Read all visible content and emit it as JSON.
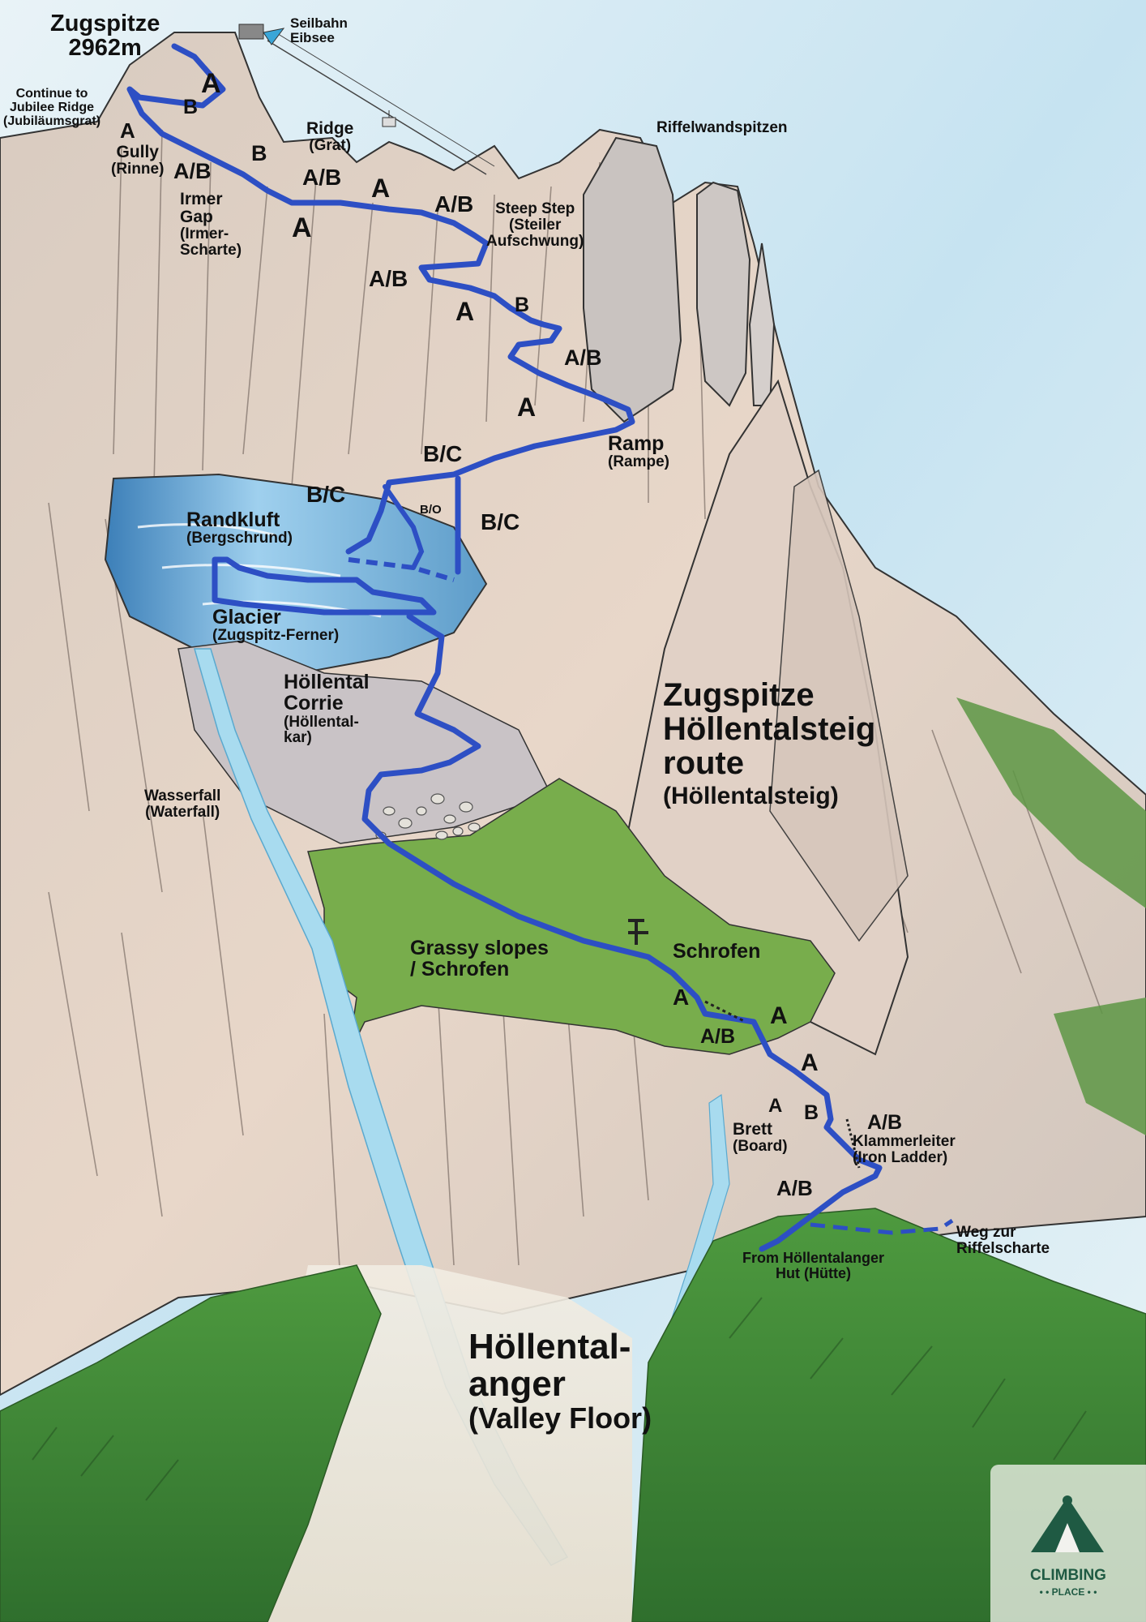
{
  "title": {
    "main": [
      "Zugspitze",
      "Höllentalsteig",
      "route"
    ],
    "sub": "(Höllentalsteig)"
  },
  "summit": {
    "name": "Zugspitze",
    "elevation": "2962m"
  },
  "labels": {
    "seilbahn": [
      "Seilbahn",
      "Eibsee"
    ],
    "jubilee": [
      "Continue to",
      "Jubilee Ridge",
      "(Jubiläumsgrat)"
    ],
    "gully": {
      "main": "Gully",
      "sub": "(Rinne)"
    },
    "irmer": {
      "main": [
        "Irmer",
        "Gap"
      ],
      "sub": [
        "(Irmer-",
        "Scharte)"
      ]
    },
    "ridge": {
      "main": "Ridge",
      "sub": "(Grat)"
    },
    "riffelwandspitzen": "Riffelwandspitzen",
    "steep_step": {
      "main": "Steep Step",
      "sub": [
        "(Steiler",
        "Aufschwung)"
      ]
    },
    "ramp": {
      "main": "Ramp",
      "sub": "(Rampe)"
    },
    "randkluft": {
      "main": "Randkluft",
      "sub": "(Bergschrund)"
    },
    "glacier": {
      "main": "Glacier",
      "sub": "(Zugspitz-Ferner)"
    },
    "corrie": {
      "main": [
        "Höllental",
        "Corrie"
      ],
      "sub": [
        "(Höllental-",
        "kar)"
      ]
    },
    "waterfall": [
      "Wasserfall",
      "(Waterfall)"
    ],
    "grassy": [
      "Grassy slopes",
      "/ Schrofen"
    ],
    "schrofen": "Schrofen",
    "brett": {
      "main": "Brett",
      "sub": "(Board)"
    },
    "klammerleiter": [
      "Klammerleiter",
      "(Iron Ladder)"
    ],
    "weg": [
      "Weg zur",
      "Riffelscharte"
    ],
    "hut": [
      "From Höllentalanger",
      "Hut (Hütte)"
    ],
    "valley": {
      "main": [
        "Höllental-",
        "anger"
      ],
      "sub": "(Valley Floor)"
    }
  },
  "grades": {
    "g_summit_a": "A",
    "g_b1": "B",
    "g_gully_a": "A",
    "g_irmer_ab": "A/B",
    "g_b2": "B",
    "g_ridge_ab": "A/B",
    "g_ridge_a": "A",
    "g_ridge_a2": "A",
    "g_step_ab": "A/B",
    "g_ab_low": "A/B",
    "g_a_mid": "A",
    "g_b_mid": "B",
    "g_ab_mid": "A/B",
    "g_a_lower": "A",
    "g_bc_top": "B/C",
    "g_bc_left": "B/C",
    "g_bo": "B/O",
    "g_bc_right": "B/C",
    "g_schrofen_a": "A",
    "g_ab_ledge": "A/B",
    "g_a_right1": "A",
    "g_a_right2": "A",
    "g_brett_a": "A",
    "g_brett_b": "B",
    "g_ladder_ab": "A/B",
    "g_start_ab": "A/B"
  },
  "logo": {
    "line1": "CLIMBING",
    "line2": "• • PLACE • •"
  },
  "colors": {
    "route": "#2d4fc4",
    "sky": "#cfe6f2",
    "glacier": "#6aa8d6",
    "grass": "#6fa245",
    "forest": "#3f8a3a",
    "rock": "#d9c9bd",
    "water": "#a9d9ee"
  },
  "icons": [
    "cable-car-station-icon",
    "gondola-icon",
    "logo-figure-icon"
  ]
}
